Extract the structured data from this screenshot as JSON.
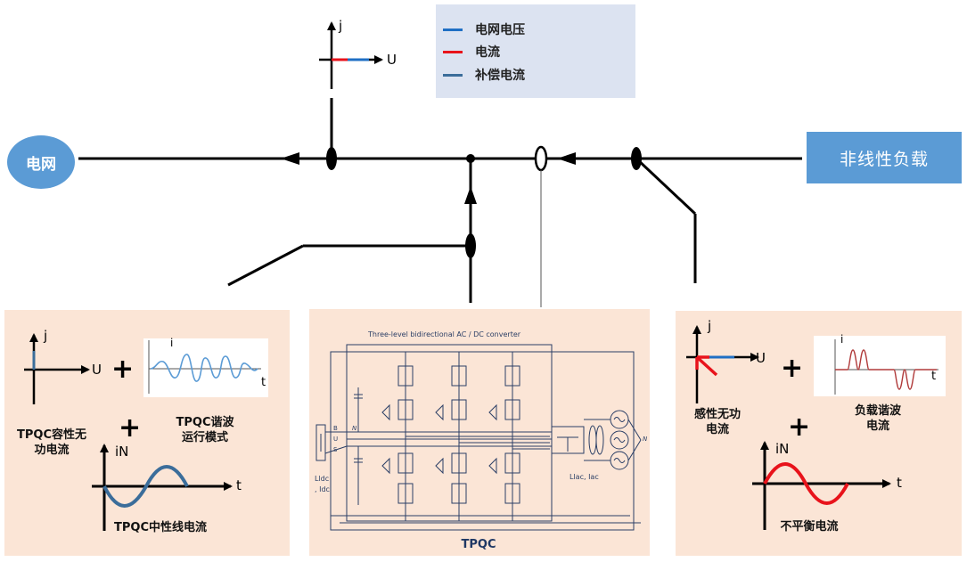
{
  "legend": {
    "items": [
      {
        "label": "电网电压",
        "color": "#1f6fc4"
      },
      {
        "label": "电流",
        "color": "#e8131b"
      },
      {
        "label": "补偿电流",
        "color": "#3b6d9a"
      }
    ]
  },
  "top_axes": {
    "j": "j",
    "u": "U"
  },
  "grid_label": "电网",
  "load_label": "非线性负载",
  "left_panel": {
    "axis_j": "j",
    "axis_u": "U",
    "plus": "+",
    "wave_i": "i",
    "wave_t": "t",
    "cap_label_l1": "TPQC容性无",
    "cap_label_l2": "功电流",
    "harm_label_l1": "TPQC谐波",
    "harm_label_l2": "运行模式",
    "plus2": "+",
    "neutral_i": "iN",
    "neutral_t": "t",
    "neutral_label": "TPQC中性线电流"
  },
  "center_panel": {
    "converter_title": "Three-level bidirectional AC / DC converter",
    "bus_b": "B",
    "bus_u": "U",
    "bus_s": "S",
    "n_left": "N",
    "n_right": "N",
    "ldc_1": "Lldc",
    "ldc_2": ", Idc",
    "lac": "Llac, Iac",
    "caption": "TPQC"
  },
  "right_panel": {
    "axis_j": "j",
    "axis_u": "U",
    "plus": "+",
    "wave_i": "i",
    "wave_t": "t",
    "reactive_l1": "感性无功",
    "reactive_l2": "电流",
    "harm_l1": "负载谐波",
    "harm_l2": "电流",
    "plus2": "+",
    "neutral_i": "iN",
    "neutral_t": "t",
    "unbalance_label": "不平衡电流"
  }
}
